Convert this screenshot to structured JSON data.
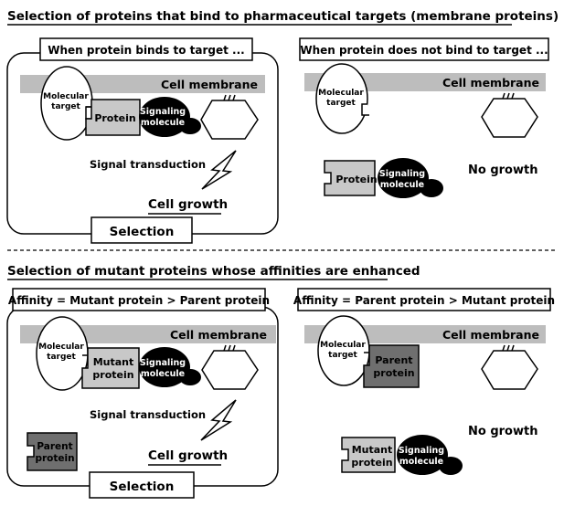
{
  "section1": {
    "title": "Selection of proteins that bind to pharmaceutical targets (membrane proteins)",
    "left": {
      "header": "When protein binds to target ...",
      "membrane_label": "Cell membrane",
      "target_label": [
        "Molecular",
        "target"
      ],
      "protein_label": "Protein",
      "signaling_label": [
        "Signaling",
        "molecule"
      ],
      "signal_transduction": "Signal transduction",
      "outcome": "Cell growth",
      "selection": "Selection"
    },
    "right": {
      "header": "When protein does not bind to target ...",
      "membrane_label": "Cell membrane",
      "target_label": [
        "Molecular",
        "target"
      ],
      "protein_label": "Protein",
      "signaling_label": [
        "Signaling",
        "molecule"
      ],
      "outcome": "No growth"
    }
  },
  "section2": {
    "title": "Selection of mutant proteins whose affinities are enhanced",
    "left": {
      "header": "Affinity = Mutant protein > Parent protein",
      "membrane_label": "Cell membrane",
      "target_label": [
        "Molecular",
        "target"
      ],
      "protein_label": [
        "Mutant",
        "protein"
      ],
      "signaling_label": [
        "Signaling",
        "molecule"
      ],
      "signal_transduction": "Signal transduction",
      "free_protein_label": [
        "Parent",
        "protein"
      ],
      "outcome": "Cell growth",
      "selection": "Selection"
    },
    "right": {
      "header": "Affinity = Parent protein > Mutant protein",
      "membrane_label": "Cell membrane",
      "target_label": [
        "Molecular",
        "target"
      ],
      "protein_label": [
        "Parent",
        "protein"
      ],
      "free_protein_label": [
        "Mutant",
        "protein"
      ],
      "signaling_label": [
        "Signaling",
        "molecule"
      ],
      "outcome": "No growth"
    }
  },
  "colors": {
    "membrane": "#bdbdbd",
    "protein_light": "#c8c8c8",
    "protein_dark": "#6f6f6f",
    "signaling": "#000000"
  }
}
